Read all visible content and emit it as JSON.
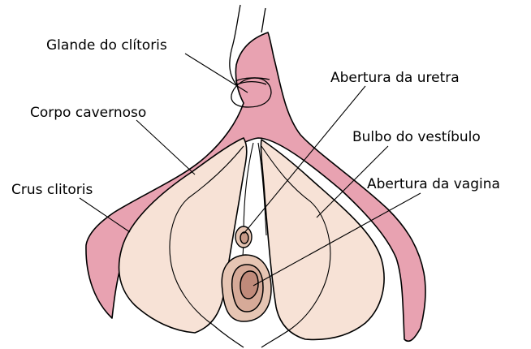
{
  "diagram": {
    "labels": {
      "glans": "Glande do clítoris",
      "body": "Corpo cavernoso",
      "crus": "Crus clitoris",
      "urethra_opening": "Abertura da uretra",
      "vestibular_bulb": "Bulbo do vestíbulo",
      "vaginal_opening": "Abertura da vagina"
    },
    "colors": {
      "background": "#ffffff",
      "erectile_tissue": "#e8a2b1",
      "vestibular_bulb": "#f7e2d6",
      "outline": "#000000"
    }
  }
}
